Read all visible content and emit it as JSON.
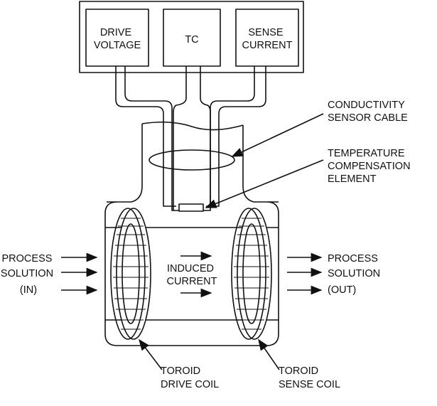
{
  "diagram": {
    "boxes": {
      "drive_voltage": [
        "DRIVE",
        "VOLTAGE"
      ],
      "tc": [
        "TC"
      ],
      "sense_current": [
        "SENSE",
        "CURRENT"
      ]
    },
    "labels": {
      "cable": [
        "CONDUCTIVITY",
        "SENSOR CABLE"
      ],
      "temp_element": [
        "TEMPERATURE",
        "COMPENSATION",
        "ELEMENT"
      ],
      "process_in": [
        "PROCESS",
        "SOLUTION",
        "(IN)"
      ],
      "process_out": [
        "PROCESS",
        "SOLUTION",
        "(OUT)"
      ],
      "induced_current": [
        "INDUCED",
        "CURRENT"
      ],
      "drive_coil": [
        "TOROID",
        "DRIVE COIL"
      ],
      "sense_coil": [
        "TOROID",
        "SENSE COIL"
      ]
    },
    "line_color": "#111111"
  }
}
